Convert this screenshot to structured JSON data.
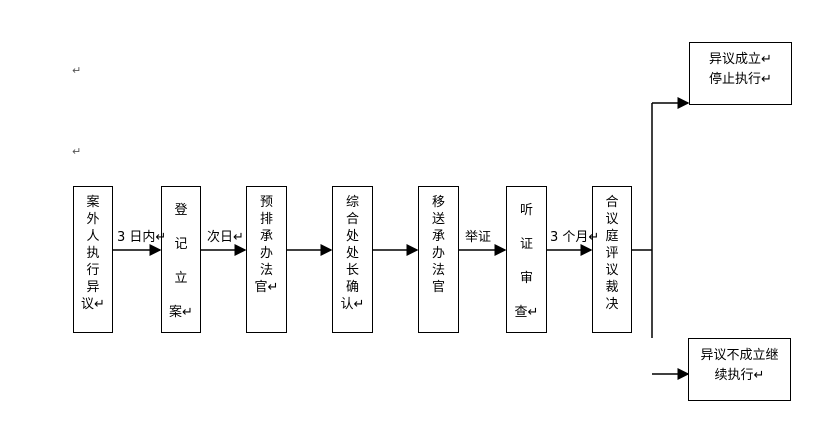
{
  "paragraph_marks": [
    "↵",
    "↵"
  ],
  "nodes": {
    "case_outsider_objection": "案\n外\n人\n执\n行\n异\n议↵",
    "register_case": "登\n\n记\n\n立\n\n案↵",
    "assign_judge": "预\n排\n承\n办\n法\n官↵",
    "director_confirm": "综\n合\n处\n处\n长\n确\n认↵",
    "transfer_judge": "移\n送\n承\n办\n法\n官",
    "hearing_review": "听\n\n证\n\n审\n\n查↵",
    "collegial_ruling": "合\n议\n庭\n评\n议\n裁\n决",
    "objection_upheld": "异议成立↵\n停止执行↵",
    "objection_rejected": "异议不成立继\n续执行↵"
  },
  "edges": {
    "within_3_days": "3 日内↵",
    "next_day": "次日↵",
    "evidence": "举证",
    "three_months": "3 个月↵"
  }
}
